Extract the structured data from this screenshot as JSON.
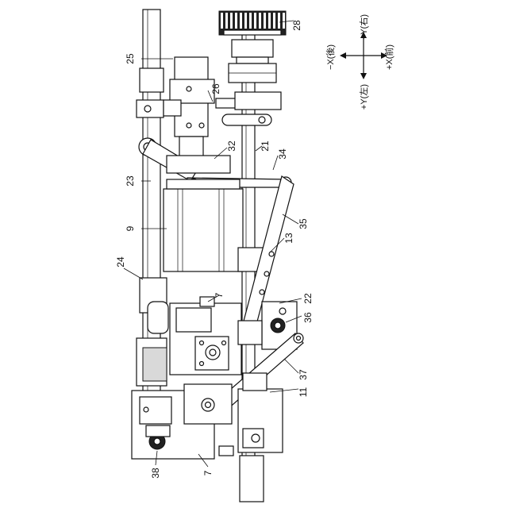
{
  "axes": {
    "neg_x": "−X(後)",
    "neg_y": "−Y(右)",
    "pos_y": "+Y(左)",
    "pos_x": "+X(前)"
  },
  "labels": {
    "l28": "28",
    "l25": "25",
    "l26": "26",
    "l21": "21",
    "l32": "32",
    "l34": "34",
    "l23": "23",
    "l9": "9",
    "l35": "35",
    "l13": "13",
    "l24": "24",
    "l7a": "7",
    "l22": "22",
    "l36": "36",
    "l37": "37",
    "l11": "11",
    "l38": "38",
    "l7b": "7"
  }
}
